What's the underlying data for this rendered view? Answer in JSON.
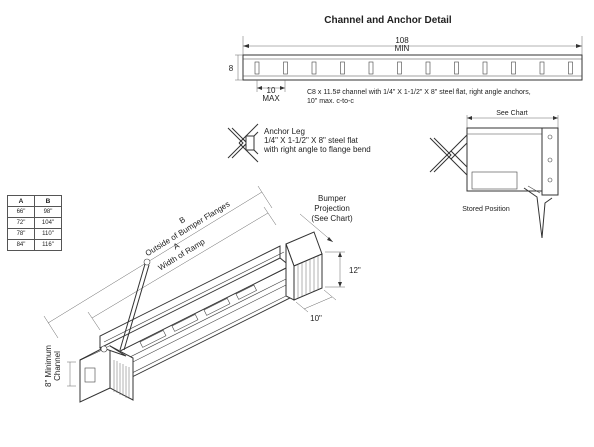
{
  "title": "Channel and Anchor Detail",
  "channel": {
    "length_value": "108",
    "length_suffix": "MIN",
    "height_label": "8",
    "spacing_value": "10",
    "spacing_suffix": "MAX",
    "note_line1": "C8 x 11.5# channel with 1/4\" X 1-1/2\" X 8\" steel flat, right angle anchors,",
    "note_line2": "10\" max. c-to-c"
  },
  "anchor": {
    "line1": "Anchor Leg",
    "line2": "1/4\" X 1-1/2\" X 8\" steel flat",
    "line3": "with right angle to flange bend"
  },
  "stored": {
    "see_chart": "See Chart",
    "caption": "Stored Position"
  },
  "table": {
    "headers": [
      "A",
      "B"
    ],
    "rows": [
      [
        "66\"",
        "98\""
      ],
      [
        "72\"",
        "104\""
      ],
      [
        "78\"",
        "110\""
      ],
      [
        "84\"",
        "116\""
      ]
    ]
  },
  "iso": {
    "b_letter": "B",
    "b_text": "Outside of Bumper Flanges",
    "a_letter": "A",
    "a_text": "Width of Ramp",
    "bumper_line1": "Bumper",
    "bumper_line2": "Projection",
    "bumper_line3": "(See Chart)",
    "dim_12": "12\"",
    "dim_10": "10\"",
    "min_channel_1": "8\" Minimum",
    "min_channel_2": "Channel"
  }
}
